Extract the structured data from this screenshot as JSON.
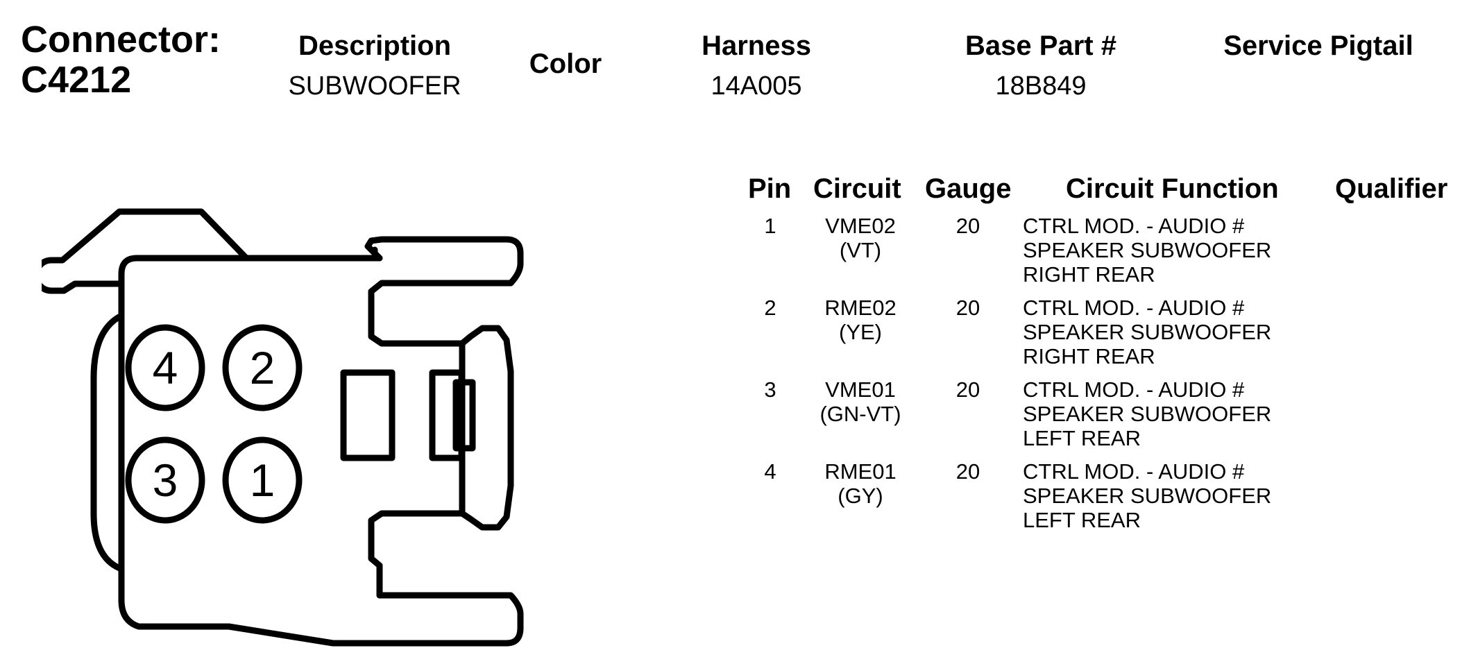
{
  "header": {
    "connector_label": "Connector:",
    "connector_id": "C4212",
    "description_label": "Description",
    "description_value": "SUBWOOFER",
    "color_label": "Color",
    "harness_label": "Harness",
    "harness_value": "14A005",
    "base_part_label": "Base Part #",
    "base_part_value": "18B849",
    "service_pigtail_label": "Service Pigtail"
  },
  "diagram": {
    "pin_labels": [
      "4",
      "2",
      "3",
      "1"
    ]
  },
  "table": {
    "headers": {
      "pin": "Pin",
      "circuit": "Circuit",
      "gauge": "Gauge",
      "circuit_function": "Circuit Function",
      "qualifier": "Qualifier"
    },
    "rows": [
      {
        "pin": "1",
        "circuit": "VME02",
        "color": "(VT)",
        "gauge": "20",
        "function": [
          "CTRL MOD. - AUDIO #",
          "SPEAKER SUBWOOFER",
          "RIGHT REAR"
        ]
      },
      {
        "pin": "2",
        "circuit": "RME02",
        "color": "(YE)",
        "gauge": "20",
        "function": [
          "CTRL MOD. - AUDIO #",
          "SPEAKER SUBWOOFER",
          "RIGHT REAR"
        ]
      },
      {
        "pin": "3",
        "circuit": "VME01",
        "color": "(GN-VT)",
        "gauge": "20",
        "function": [
          "CTRL MOD. - AUDIO #",
          "SPEAKER SUBWOOFER",
          "LEFT REAR"
        ]
      },
      {
        "pin": "4",
        "circuit": "RME01",
        "color": "(GY)",
        "gauge": "20",
        "function": [
          "CTRL MOD. - AUDIO #",
          "SPEAKER SUBWOOFER",
          "LEFT REAR"
        ]
      }
    ]
  }
}
